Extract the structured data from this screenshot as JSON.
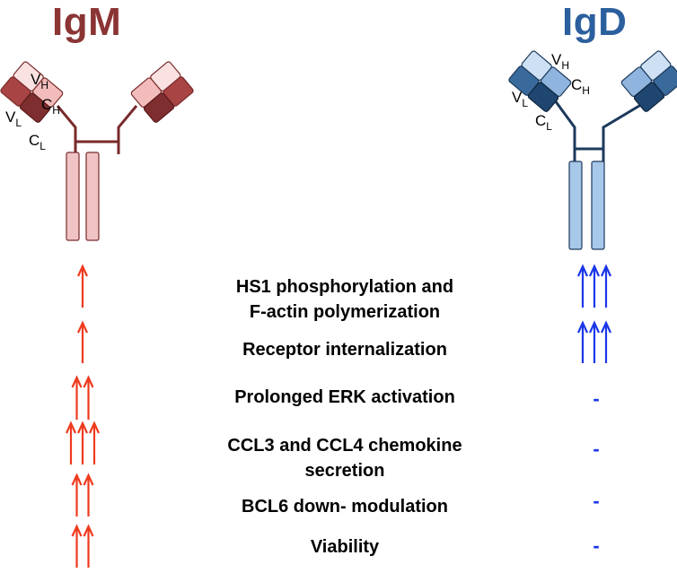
{
  "igm": {
    "title": "IgM",
    "color": "#8b3434",
    "arrow_color": "#ee3a1e",
    "domains": {
      "vh": "V",
      "vh_sub": "H",
      "ch": "C",
      "ch_sub": "H",
      "vl": "V",
      "vl_sub": "L",
      "cl": "C",
      "cl_sub": "L"
    }
  },
  "igd": {
    "title": "IgD",
    "color": "#2b5f9e",
    "arrow_color": "#1a36e8",
    "domains": {
      "vh": "V",
      "vh_sub": "H",
      "ch": "C",
      "ch_sub": "H",
      "vl": "V",
      "vl_sub": "L",
      "cl": "C",
      "cl_sub": "L"
    }
  },
  "rows": [
    {
      "lines": [
        "HS1 phosphorylation and",
        "F-actin polymerization"
      ],
      "igm_arrows": 1,
      "igd_arrows": 3,
      "igd_text": ""
    },
    {
      "lines": [
        "Receptor internalization"
      ],
      "igm_arrows": 1,
      "igd_arrows": 3,
      "igd_text": ""
    },
    {
      "lines": [
        "Prolonged ERK activation"
      ],
      "igm_arrows": 2,
      "igd_arrows": 0,
      "igd_text": "-"
    },
    {
      "lines": [
        "CCL3 and CCL4 chemokine",
        "secretion"
      ],
      "igm_arrows": 3,
      "igd_arrows": 0,
      "igd_text": "-"
    },
    {
      "lines": [
        "BCL6 down- modulation"
      ],
      "igm_arrows": 2,
      "igd_arrows": 0,
      "igd_text": "-"
    },
    {
      "lines": [
        "Viability"
      ],
      "igm_arrows": 2,
      "igd_arrows": 0,
      "igd_text": "-"
    }
  ]
}
